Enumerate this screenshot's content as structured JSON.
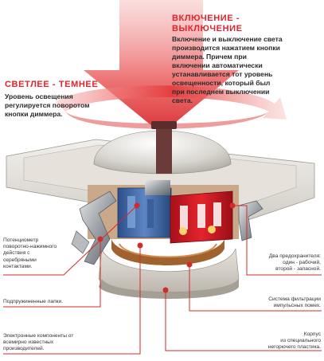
{
  "on_off": {
    "title_line1": "ВКЛЮЧЕНИЕ -",
    "title_line2": "ВЫКЛЮЧЕНИЕ",
    "text": [
      "Включение и выключение света",
      "производится нажатием кнопки",
      "диммера. Причем при",
      "включении автоматически",
      "устанавливается тот уровень",
      "освещенности, который был",
      "при последнем выключении",
      "света."
    ]
  },
  "brightness": {
    "title": "СВЕТЛЕЕ - ТЕМНЕЕ",
    "text": [
      "Уровень освещения",
      "регулируется поворотом",
      "кнопки диммера."
    ]
  },
  "callouts": {
    "potentiometer": [
      "Потенциометр",
      "поворотно-нажимного",
      "действия с",
      "серебряными",
      "контактами."
    ],
    "spring_legs": [
      "Подпружиненные лапки."
    ],
    "electronics": [
      "Электронные компоненты от",
      "всемирно известных",
      "производителей."
    ],
    "fuses": [
      "Два предохранителя:",
      "один - рабочий,",
      "второй - запасной."
    ],
    "filter": [
      "Система фильтрации",
      "импульсных помех."
    ],
    "housing": [
      "Корпус",
      "из специального",
      "негорючего пластика."
    ]
  },
  "colors": {
    "accent": "#e0232b",
    "leader": "#d42a2a"
  }
}
